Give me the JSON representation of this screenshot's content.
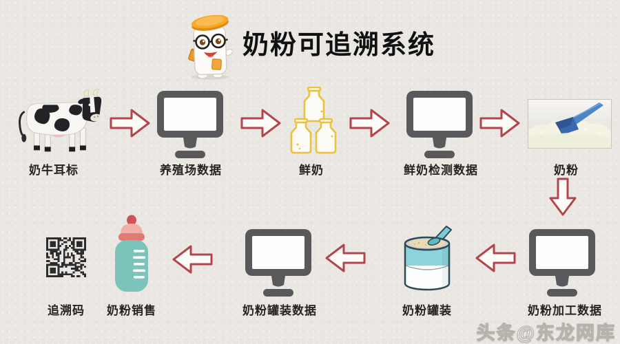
{
  "title": "奶粉可追溯系统",
  "watermark": "头条@东龙网库",
  "steps": [
    {
      "label": "奶牛耳标",
      "icon": "cow-icon"
    },
    {
      "label": "养殖场数据",
      "icon": "computer-monitor-icon"
    },
    {
      "label": "鲜奶",
      "icon": "milk-bottles-icon"
    },
    {
      "label": "鲜奶检测数据",
      "icon": "computer-monitor-icon"
    },
    {
      "label": "奶粉",
      "icon": "milk-powder-photo"
    },
    {
      "label": "奶粉加工数据",
      "icon": "computer-monitor-icon"
    },
    {
      "label": "奶粉罐装",
      "icon": "milk-powder-can-icon"
    },
    {
      "label": "奶粉罐装数据",
      "icon": "computer-monitor-icon"
    },
    {
      "label": "奶粉销售",
      "icon": "baby-bottle-icon"
    },
    {
      "label": "追溯码",
      "icon": "qr-code-icon"
    }
  ],
  "colors": {
    "background": "#eae7e3",
    "title_text": "#111111",
    "label_text": "#26241f",
    "arrow_stroke": "#b4444c",
    "arrow_fill": "#fdfcf8",
    "monitor_gray": "#59595b",
    "bottle_yellow": "#e9c23f",
    "can_teal": "#8ed2db",
    "baby_bottle_teal": "#7cc4ba",
    "baby_bottle_pink": "#dd7b74",
    "mascot_orange": "#f5a829",
    "qr_dark": "#2c2c2e",
    "scoop_blue": "#4e84c8"
  }
}
